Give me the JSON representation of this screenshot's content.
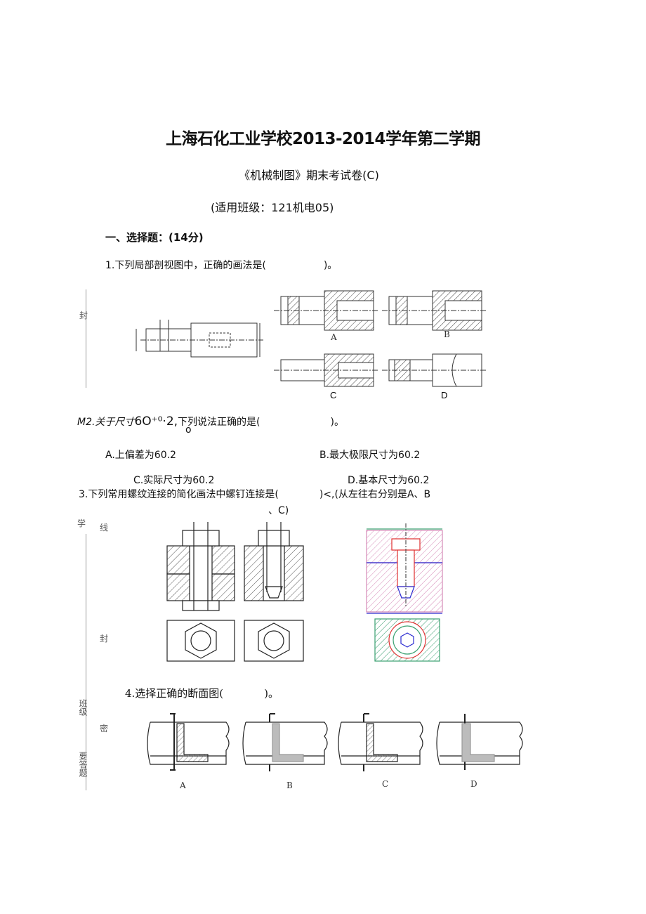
{
  "header": {
    "title": "上海石化工业学校2013-2014学年第二学期",
    "subtitle": "《机械制图》期末考试卷(C)",
    "scope": "(适用班级：121机电05)"
  },
  "section1": {
    "heading": "一、选择题：(14分)"
  },
  "q1": {
    "stem_before": "1.下列局部剖视图中，正确的画法是(",
    "stem_after": ")。",
    "labels": [
      "A",
      "B",
      "C",
      "D"
    ]
  },
  "q2": {
    "prefix": "M2.关于尺寸",
    "dim": "6O⁺⁰·2,",
    "stem_after": "下列说法正确的是(",
    "close": ")。",
    "sub": "o",
    "options": {
      "a": "A.上偏差为60.2",
      "b": "B.最大极限尺寸为60.2",
      "c": "C.实际尺寸为60.2",
      "d": "D.基本尺寸为60.2"
    }
  },
  "q3": {
    "stem": "3.下列常用螺纹连接的简化画法中螺钉连接是(",
    "after": ")<,(从左往右分别是A、B",
    "cont": "、C)"
  },
  "q4": {
    "stem": "4.选择正确的断面图(",
    "close": ")。",
    "labels": [
      "A",
      "B",
      "C",
      "D"
    ]
  },
  "margin": {
    "feng1": "封",
    "xue": "学",
    "xian": "线",
    "feng2": "封",
    "banji": "班级",
    "mi": "密",
    "yaoda": "要答题"
  },
  "colors": {
    "text": "#111111",
    "line": "#333333",
    "screw_red": "#e03030",
    "screw_blue": "#2a2ad0",
    "hatch_pink": "#d68ab8",
    "hatch_green": "#3aa070",
    "section_fill": "#bcbcbc"
  }
}
